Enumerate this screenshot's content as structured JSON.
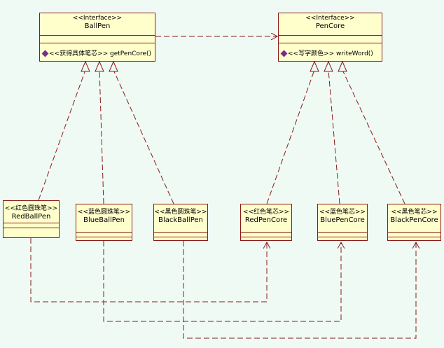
{
  "interfaces": [
    {
      "id": "ballpen",
      "stereotype": "<<Interface>>",
      "name": "BallPen",
      "operation": "<<获得具体笔芯>> getPenCore()",
      "operation_icon": "operation-icon"
    },
    {
      "id": "pencore",
      "stereotype": "<<Interface>>",
      "name": "PenCore",
      "operation": "<<写字颜色>> writeWord()",
      "operation_icon": "operation-icon"
    }
  ],
  "classes": [
    {
      "id": "redballpen",
      "stereotype": "<<红色圆珠笔>>",
      "name": "RedBallPen"
    },
    {
      "id": "blueballpen",
      "stereotype": "<<蓝色圆珠笔>>",
      "name": "BlueBallPen"
    },
    {
      "id": "blackballpen",
      "stereotype": "<<黑色圆珠笔>>",
      "name": "BlackBallPen"
    },
    {
      "id": "redpencore",
      "stereotype": "<<红色笔芯>>",
      "name": "RedPenCore"
    },
    {
      "id": "bluepencore",
      "stereotype": "<<蓝色笔芯>>",
      "name": "BluePenCore"
    },
    {
      "id": "blackpencore",
      "stereotype": "<<黑色笔芯>>",
      "name": "BlackPenCore"
    }
  ],
  "colors": {
    "background": "#eefaf3",
    "box_fill": "#ffffcc",
    "line": "#8b1a1a"
  }
}
